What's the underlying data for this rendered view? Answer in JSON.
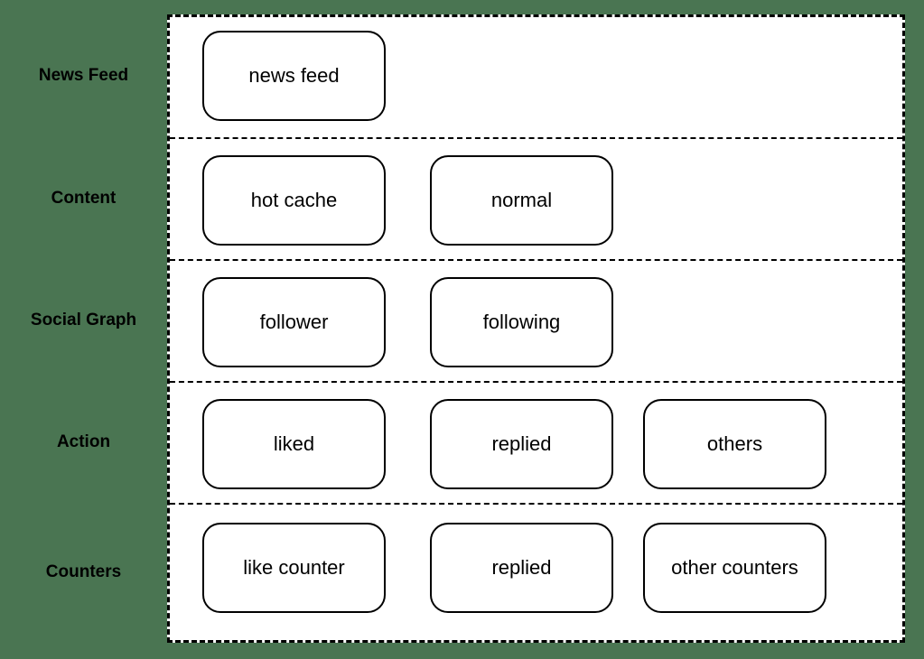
{
  "colors": {
    "background": "#4a7552",
    "panel": "#ffffff",
    "line": "#000000",
    "text": "#000000"
  },
  "rows": [
    {
      "label": "News Feed",
      "nodes": [
        "news feed"
      ]
    },
    {
      "label": "Content",
      "nodes": [
        "hot cache",
        "normal"
      ]
    },
    {
      "label": "Social Graph",
      "nodes": [
        "follower",
        "following"
      ]
    },
    {
      "label": "Action",
      "nodes": [
        "liked",
        "replied",
        "others"
      ]
    },
    {
      "label": "Counters",
      "nodes": [
        "like counter",
        "replied",
        "other counters"
      ]
    }
  ]
}
